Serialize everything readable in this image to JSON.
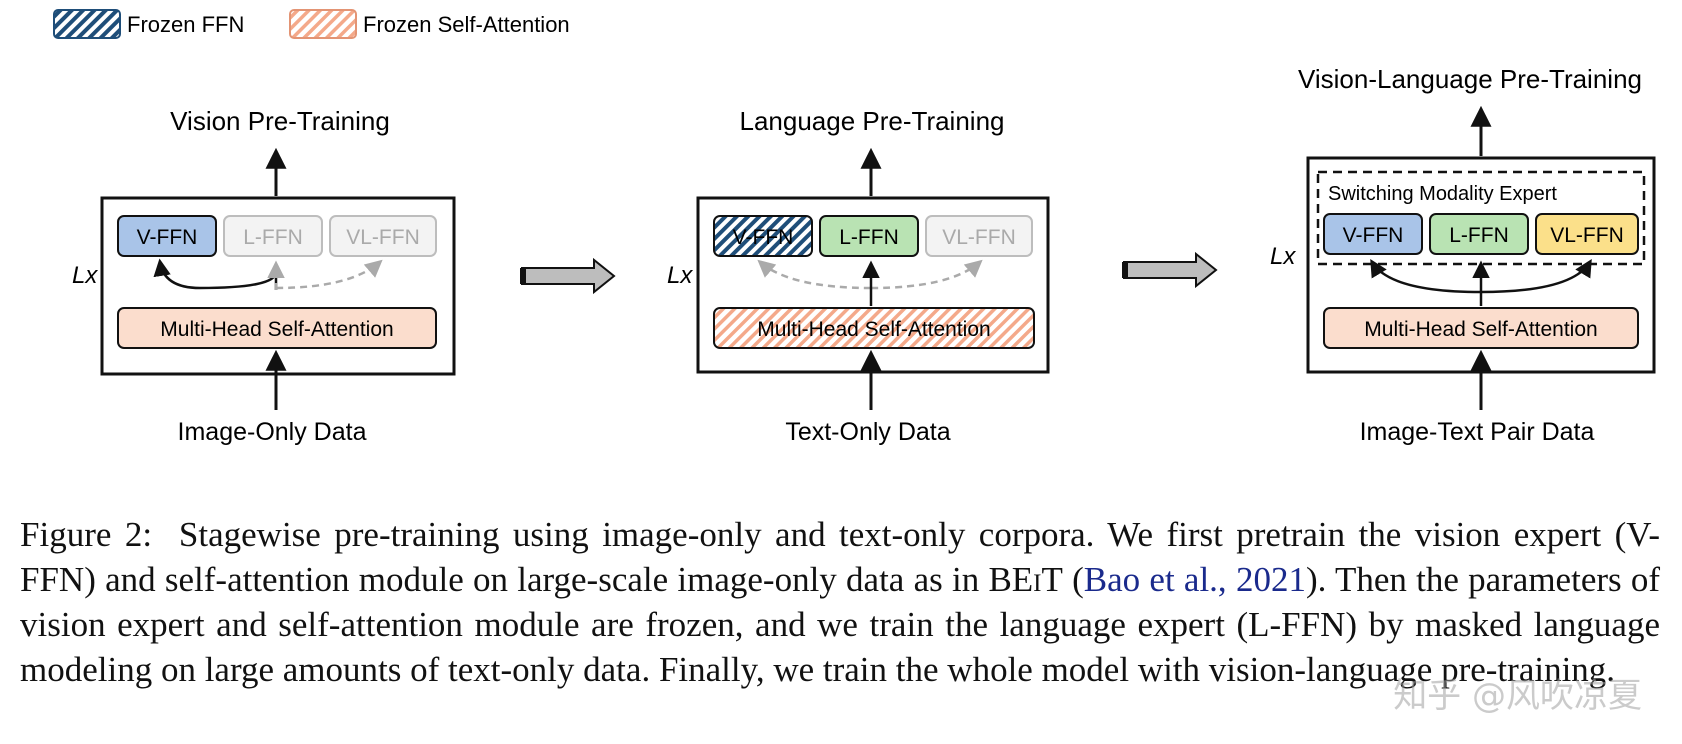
{
  "legend": {
    "frozen_ffn": "Frozen FFN",
    "frozen_self_attention": "Frozen Self-Attention"
  },
  "colors": {
    "v_ffn": "#a9c4e8",
    "l_ffn": "#b9e3b3",
    "vl_ffn": "#fbe08a",
    "attention": "#fbddcd",
    "frozen_ffn_hatch": "#1f4e79",
    "frozen_attn_hatch": "#f4a98a",
    "arrow_fill": "#bdbdbd"
  },
  "stages": [
    {
      "title": "Vision Pre-Training",
      "input": "Image-Only Data",
      "repeat": "Lx",
      "ffns": [
        "V-FFN",
        "L-FFN",
        "VL-FFN"
      ],
      "attention": "Multi-Head Self-Attention"
    },
    {
      "title": "Language Pre-Training",
      "input": "Text-Only Data",
      "repeat": "Lx",
      "ffns": [
        "V-FFN",
        "L-FFN",
        "VL-FFN"
      ],
      "attention": "Multi-Head Self-Attention"
    },
    {
      "title": "Vision-Language Pre-Training",
      "input": "Image-Text Pair Data",
      "repeat": "Lx",
      "switch_label": "Switching Modality Expert",
      "ffns": [
        "V-FFN",
        "L-FFN",
        "VL-FFN"
      ],
      "attention": "Multi-Head Self-Attention"
    }
  ],
  "caption": {
    "label": "Figure 2:",
    "text_1": "Stagewise pre-training using image-only and text-only corpora. We first pretrain the vision expert (V-FFN) and self-attention module on large-scale image-only data as in ",
    "beit": "BEiT",
    "paren_open": " (",
    "cite_1": "Bao et al.,",
    "cite_2": "2021",
    "text_2": "). Then the parameters of vision expert and self-attention module are frozen, and we train the language expert (L-FFN) by masked language modeling on large amounts of text-only data. Finally, we train the whole model with vision-language pre-training."
  },
  "watermark": "知乎 @风吹凉夏"
}
